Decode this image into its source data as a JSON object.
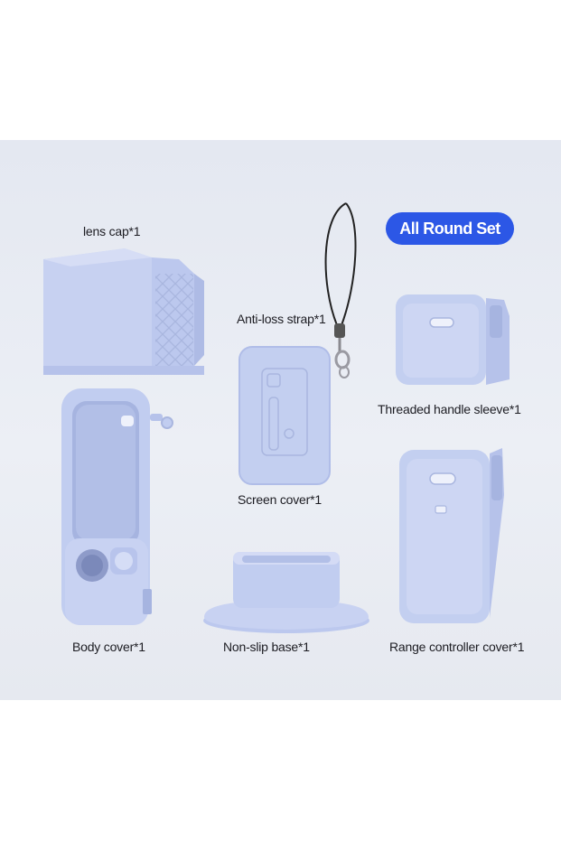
{
  "badge": "All Round Set",
  "labels": {
    "lens_cap": "lens cap*1",
    "anti_loss_strap": "Anti-loss strap*1",
    "threaded_handle_sleeve": "Threaded handle sleeve*1",
    "screen_cover": "Screen cover*1",
    "body_cover": "Body cover*1",
    "non_slip_base": "Non-slip base*1",
    "range_controller_cover": "Range controller cover*1"
  },
  "colors": {
    "background": "#e9ecf3",
    "product": "#c3cff0",
    "badge": "#2c57e6"
  }
}
